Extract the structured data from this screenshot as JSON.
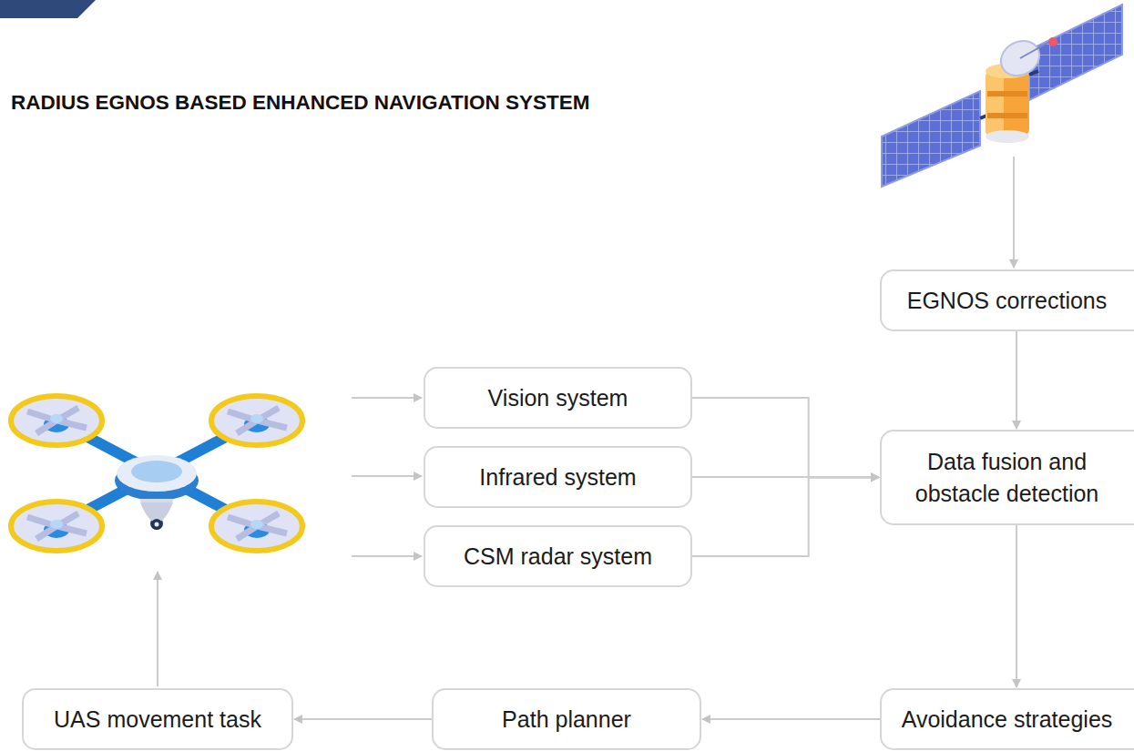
{
  "diagram": {
    "title": "RADIUS EGNOS BASED ENHANCED NAVIGATION SYSTEM",
    "nodes": [
      {
        "text": [
          "EGNOS corrections"
        ]
      },
      {
        "text": [
          "Vision system"
        ]
      },
      {
        "text": [
          "Infrared system"
        ]
      },
      {
        "text": [
          "CSM radar system"
        ]
      },
      {
        "text": [
          "Data fusion and obstacle detection"
        ]
      },
      {
        "text": [
          "UAS movement task"
        ]
      },
      {
        "text": [
          "Path planner"
        ]
      },
      {
        "text": [
          "Avoidance strategies"
        ]
      }
    ],
    "edges": [
      {
        "from": 1,
        "to": 4,
        "arrow": "to"
      },
      {
        "from": 2,
        "to": 4,
        "arrow": "to"
      },
      {
        "from": 3,
        "to": 4,
        "arrow": "to"
      },
      {
        "from": 0,
        "to": 4,
        "arrow": "to"
      },
      {
        "from": 4,
        "to": 7,
        "arrow": "to"
      },
      {
        "from": 7,
        "to": 6,
        "arrow": "to"
      },
      {
        "from": 6,
        "to": 5,
        "arrow": "to"
      }
    ]
  }
}
